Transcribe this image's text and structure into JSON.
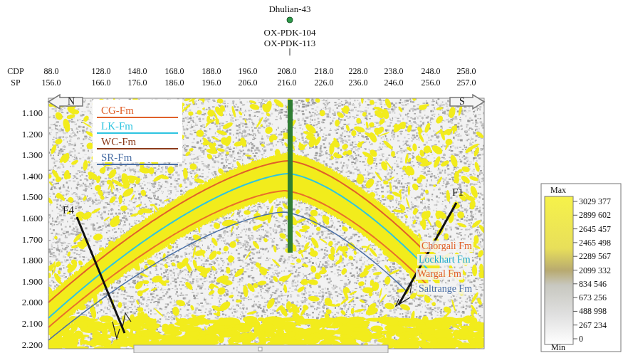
{
  "diagram": {
    "labels": [
      "Dhulian-43",
      "OX-PDK-104",
      "OX-PDK-113",
      "CDP",
      "88.0",
      "128.0",
      "148.0",
      "168.0",
      "188.0",
      "196.0",
      "208.0",
      "218.0",
      "228.0",
      "238.0",
      "248.0",
      "258.0",
      "SP",
      "156.0",
      "166.0",
      "176.0",
      "186.0",
      "196.0",
      "206.0",
      "216.0",
      "226.0",
      "236.0",
      "246.0",
      "256.0",
      "257.0",
      "N",
      "S",
      "1.100",
      "1.200",
      "1.300",
      "1.400",
      "1.500",
      "1.600",
      "1.700",
      "1.800",
      "1.900",
      "2.000",
      "2.100",
      "2.200",
      "F4",
      "F1",
      "Chorgali Fm",
      "Lockhart Fm",
      "Wargal Fm",
      "Saltrange Fm",
      "Max",
      "3029 377",
      "2899 602",
      "2645 457",
      "2465 498",
      "2289 567",
      "2099 332",
      "834 546",
      "673 256",
      "488 998",
      "267 234",
      "0",
      "Min"
    ],
    "legend": [
      {
        "text": "CG-Fm"
      },
      {
        "text": "LK-Fm"
      },
      {
        "text": "WC-Fm"
      },
      {
        "text": "SR-Fm"
      }
    ]
  }
}
